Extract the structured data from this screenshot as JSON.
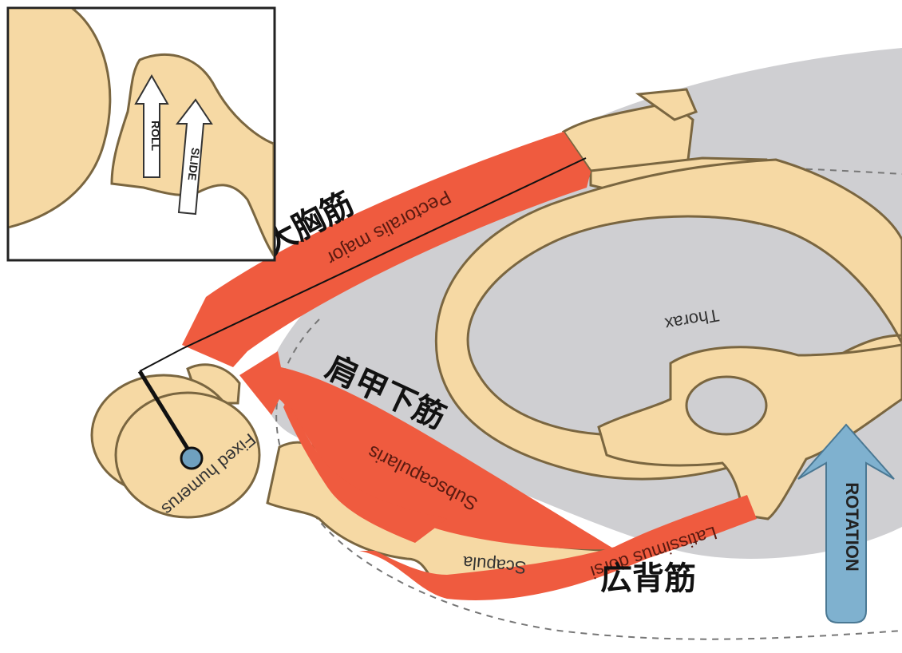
{
  "labels": {
    "pectoralis_jp": "大胸筋",
    "subscapularis_jp": "肩甲下筋",
    "latissimus_jp": "広背筋",
    "pectoralis_en": "Pectoralis major",
    "subscapularis_en": "Subscapularis",
    "latissimus_en": "Latissimus dorsi",
    "thorax": "Thorax",
    "scapula": "Scapula",
    "humerus": "Fixed humerus",
    "rotation": "ROTATION",
    "inset_roll": "ROLL",
    "inset_slide": "SLIDE"
  },
  "colors": {
    "bone": "#f6d9a4",
    "bone_outline": "#7a6640",
    "muscle": "#ef5b3f",
    "thorax_fill": "#cfcfd2",
    "rotation_arrow": "#7fb1cf",
    "humerus_center": "#6fa0bf"
  }
}
